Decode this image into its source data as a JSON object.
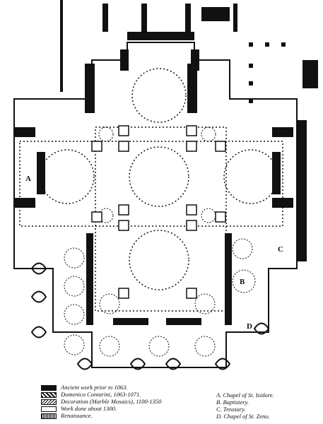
{
  "plan": {
    "markers": {
      "A": "A",
      "B": "B",
      "C": "C",
      "D": "D"
    }
  },
  "legend": {
    "items": [
      {
        "label": "Ancient work prior to 1063."
      },
      {
        "label": "Domenico Contarini, 1063-1071."
      },
      {
        "label": "Decoration (Marble Mosaics), 1100-1350"
      },
      {
        "label": "Work done about 1300."
      },
      {
        "label": "Renaissance."
      }
    ],
    "keys": [
      {
        "label": "A. Chapel of St. Isidore."
      },
      {
        "label": "B. Baptistery."
      },
      {
        "label": "C. Treasury."
      },
      {
        "label": "D. Chapel of St. Zeno."
      }
    ]
  }
}
